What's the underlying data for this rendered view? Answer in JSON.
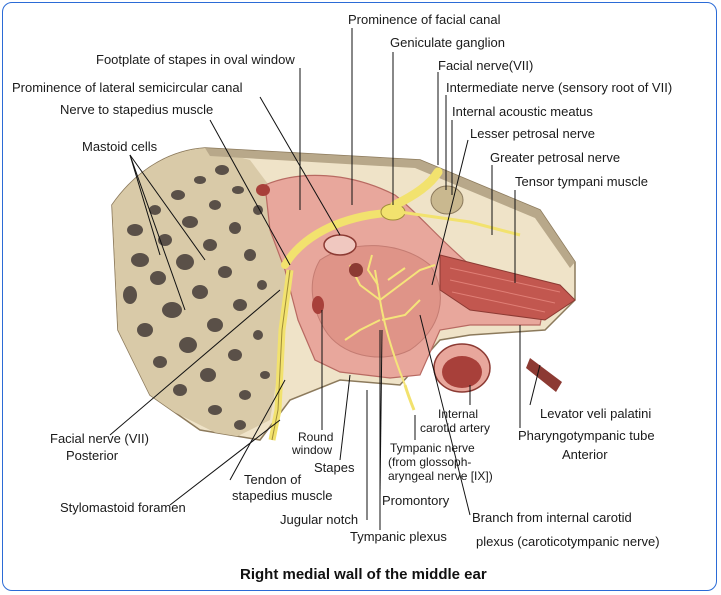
{
  "caption": "Right medial wall of the middle ear",
  "labels": {
    "prominence_facial_canal": "Prominence of facial canal",
    "geniculate_ganglion": "Geniculate ganglion",
    "footplate_stapes": "Footplate of stapes in oval window",
    "facial_nerve_vii_top": "Facial nerve(VII)",
    "prominence_lateral_canal": "Prominence of lateral semicircular canal",
    "intermediate_nerve": "Intermediate nerve (sensory root of VII)",
    "nerve_to_stapedius": "Nerve to stapedius muscle",
    "internal_acoustic_meatus": "Internal acoustic meatus",
    "lesser_petrosal": "Lesser petrosal nerve",
    "mastoid_cells": "Mastoid cells",
    "greater_petrosal": "Greater petrosal nerve",
    "tensor_tympani": "Tensor tympani muscle",
    "internal_carotid_1": "Internal",
    "internal_carotid_2": "carotid artery",
    "levator_veli": "Levator veli palatini",
    "facial_nerve_bottom": "Facial nerve (VII)",
    "posterior": "Posterior",
    "round_window_1": "Round",
    "round_window_2": "window",
    "tympanic_nerve_1": "Tympanic nerve",
    "tympanic_nerve_2": "(from glossoph-",
    "tympanic_nerve_3": "aryngeal nerve [IX])",
    "pharyngotympanic": "Pharyngotympanic tube",
    "anterior": "Anterior",
    "stapes": "Stapes",
    "tendon_1": "Tendon of",
    "tendon_2": "stapedius muscle",
    "stylomastoid": "Stylomastoid foramen",
    "promontory": "Promontory",
    "jugular_notch": "Jugular notch",
    "branch_carotid_1": "Branch from internal carotid",
    "branch_carotid_2": "plexus (caroticotympanic nerve)",
    "tympanic_plexus": "Tympanic plexus"
  },
  "colors": {
    "frame": "#2b6bd6",
    "bone": "#efe3c8",
    "mastoid_hole": "#5a5048",
    "cavity": "#e8a79c",
    "cavity_dark": "#c96d6d",
    "nerve": "#f2e26e",
    "muscle": "#c2574f"
  }
}
